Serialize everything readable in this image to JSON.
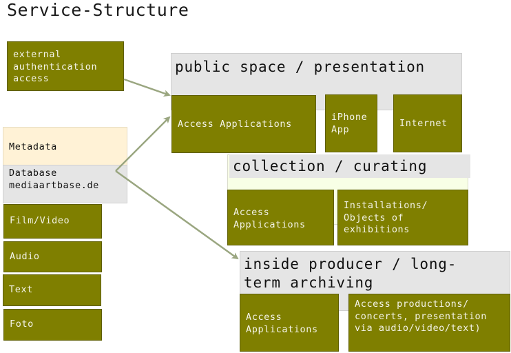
{
  "title": "Service-Structure",
  "colors": {
    "box_fill": "#7f7f00",
    "group_fill": "#e5e5e5",
    "metadata_fill": "#fff2d6",
    "collection_fill": "#f8ffe6",
    "arrow": "#9aa680"
  },
  "left": {
    "external_auth": "external\nauthentication\naccess",
    "metadata": "Metadata",
    "database": "Database\nmediaartbase.de",
    "media_types": [
      "Film/Video",
      "Audio",
      "Text",
      "Foto"
    ]
  },
  "public_space": {
    "heading": "public space / presentation",
    "items": [
      "Access Applications",
      "iPhone\nApp",
      "Internet"
    ]
  },
  "collection": {
    "heading": "collection / curating",
    "items": [
      "Access\nApplications",
      "Installations/\nObjects of\nexhibitions"
    ]
  },
  "producer": {
    "heading": "inside producer / long-\nterm archiving",
    "items": [
      "Access\nApplications",
      "Access productions/\nconcerts, presentation\nvia audio/video/text)"
    ]
  }
}
